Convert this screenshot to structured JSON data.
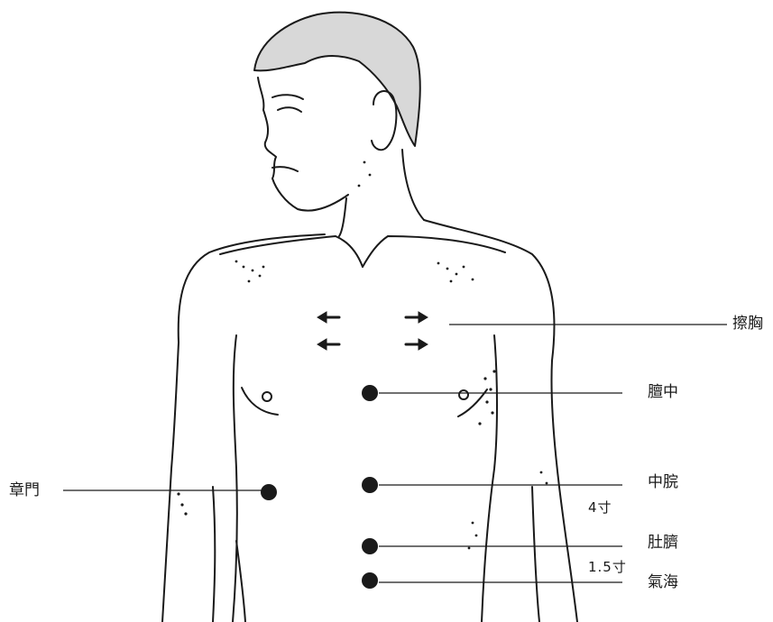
{
  "figure": {
    "body_outline_color": "#1a1a1a",
    "point_color": "#1a1a1a"
  },
  "labels": {
    "chest_rub": "擦胸",
    "danzhong": "膻中",
    "zhongwan": "中脘",
    "navel": "肚臍",
    "qihai": "氣海",
    "zhangmen": "章門"
  },
  "measurements": {
    "zhongwan_to_navel": "4寸",
    "navel_to_qihai": "1.5寸"
  },
  "arrows": [
    {
      "side": "left",
      "direction": "left"
    },
    {
      "side": "left",
      "direction": "left"
    },
    {
      "side": "right",
      "direction": "right"
    },
    {
      "side": "right",
      "direction": "right"
    }
  ]
}
